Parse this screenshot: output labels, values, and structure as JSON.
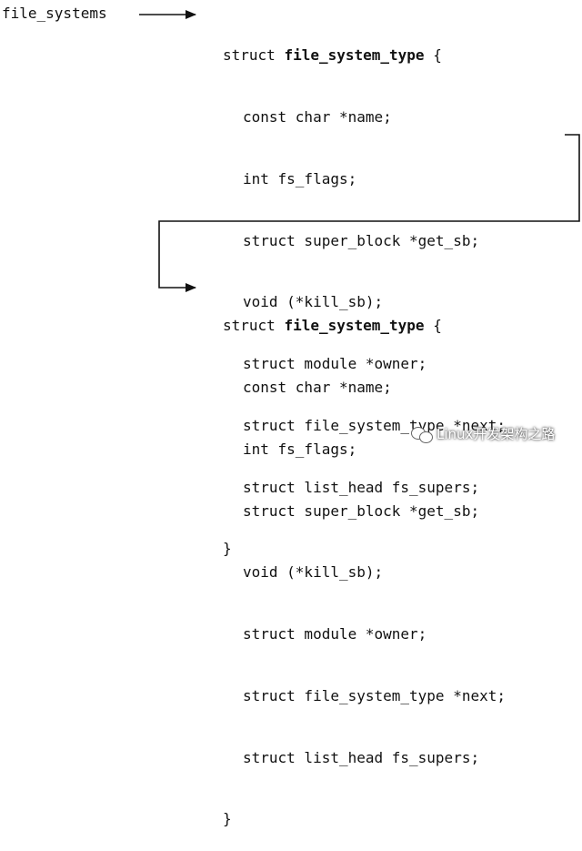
{
  "head_label": "file_systems",
  "blocks": [
    {
      "keyword": "struct",
      "type_name": "file_system_type",
      "open_brace": "{",
      "fields": [
        "const char *name;",
        "int fs_flags;",
        "struct super_block *get_sb;",
        "void (*kill_sb);",
        "struct module *owner;",
        "struct file_system_type *next;",
        "struct list_head fs_supers;"
      ],
      "close_brace": "}"
    },
    {
      "keyword": "struct",
      "type_name": "file_system_type",
      "open_brace": "{",
      "fields": [
        "const char *name;",
        "int fs_flags;",
        "struct super_block *get_sb;",
        "void (*kill_sb);",
        "struct module *owner;",
        "struct file_system_type *next;",
        "struct list_head fs_supers;"
      ],
      "close_brace": "}"
    }
  ],
  "watermark": "Linux开发架构之路"
}
